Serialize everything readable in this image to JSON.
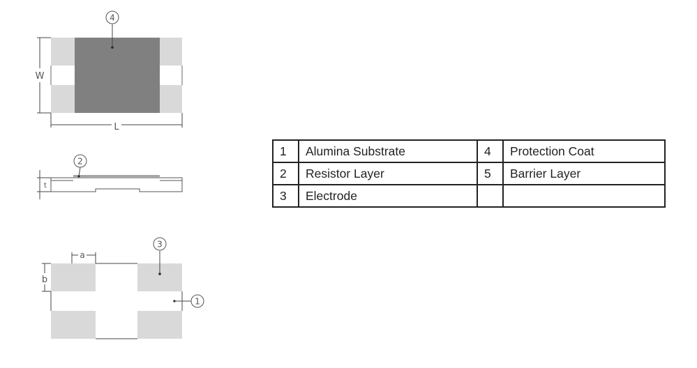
{
  "top_view": {
    "callout": "4",
    "dim_width": "W",
    "dim_length": "L"
  },
  "side_view": {
    "callout": "2",
    "dim_thickness": "t"
  },
  "bottom_view": {
    "callout_electrode": "3",
    "callout_substrate": "1",
    "dim_a": "a",
    "dim_b": "b"
  },
  "legend": {
    "rows": [
      [
        {
          "num": "1",
          "label": "Alumina Substrate"
        },
        {
          "num": "4",
          "label": "Protection Coat"
        }
      ],
      [
        {
          "num": "2",
          "label": "Resistor Layer"
        },
        {
          "num": "5",
          "label": "Barrier Layer"
        }
      ],
      [
        {
          "num": "3",
          "label": "Electrode"
        },
        {
          "num": "",
          "label": ""
        }
      ]
    ]
  },
  "colors": {
    "electrode": "#d9d9d9",
    "protection_coat": "#808080",
    "resistor_layer": "#a6a6a6",
    "line": "#444444"
  }
}
